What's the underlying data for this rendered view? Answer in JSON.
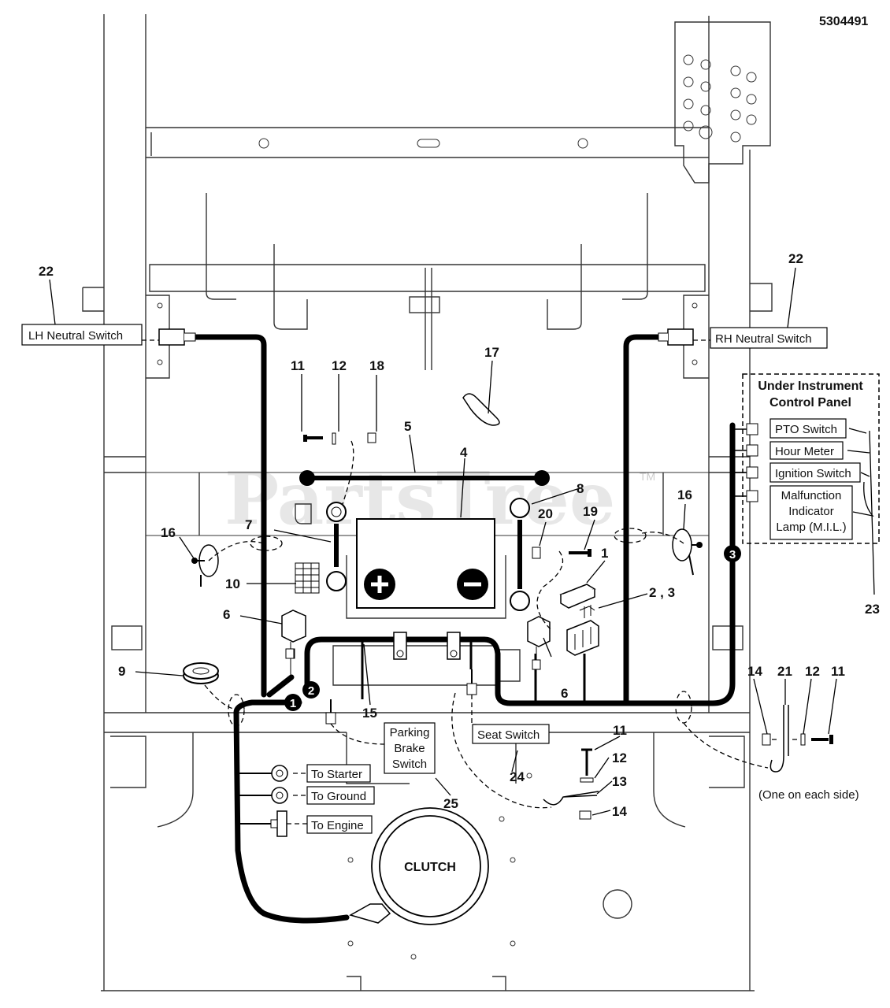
{
  "diagram_id": "5304491",
  "watermark": "PartsTree",
  "watermark_tm": "TM",
  "callouts": {
    "n1": "1",
    "n23": "2 , 3",
    "n4": "4",
    "n5": "5",
    "n6a": "6",
    "n6b": "6",
    "n7": "7",
    "n8": "8",
    "n9": "9",
    "n10": "10",
    "n11a": "11",
    "n11b": "11",
    "n11c": "11",
    "n12a": "12",
    "n12b": "12",
    "n12c": "12",
    "n13": "13",
    "n14a": "14",
    "n14b": "14",
    "n15": "15",
    "n16a": "16",
    "n16b": "16",
    "n17": "17",
    "n18": "18",
    "n19": "19",
    "n20": "20",
    "n21": "21",
    "n22a": "22",
    "n22b": "22",
    "n23b": "23",
    "n24": "24",
    "n25": "25"
  },
  "labels": {
    "lh_neutral": "LH Neutral Switch",
    "rh_neutral": "RH Neutral Switch",
    "panel_title_1": "Under Instrument",
    "panel_title_2": "Control Panel",
    "pto": "PTO Switch",
    "hour": "Hour Meter",
    "ignition": "Ignition Switch",
    "mil_1": "Malfunction",
    "mil_2": "Indicator",
    "mil_3": "Lamp (M.I.L.)",
    "parking_1": "Parking",
    "parking_2": "Brake",
    "parking_3": "Switch",
    "seat": "Seat Switch",
    "starter": "To Starter",
    "ground": "To Ground",
    "engine": "To Engine",
    "clutch": "CLUTCH",
    "each_side": "(One on each side)"
  },
  "circle_markers": [
    "1",
    "2",
    "3"
  ],
  "battery_symbols": [
    "plus",
    "minus"
  ]
}
